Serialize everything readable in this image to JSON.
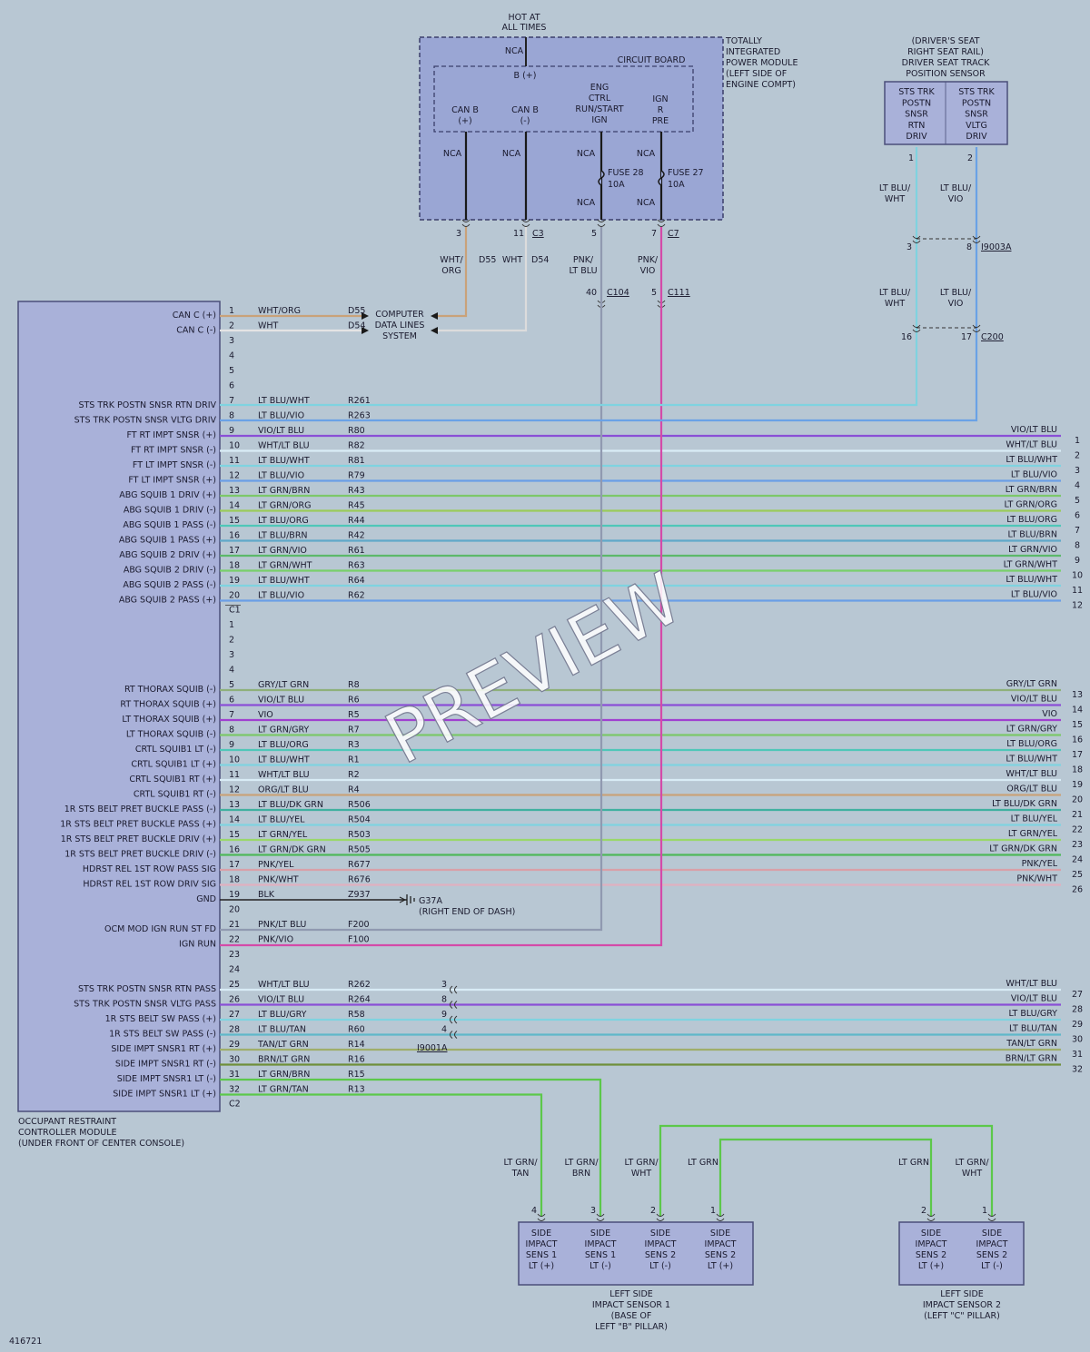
{
  "module": {
    "name": [
      "OCCUPANT RESTRAINT",
      "CONTROLLER MODULE",
      "(UNDER FRONT OF CENTER CONSOLE)"
    ],
    "c1": "C1",
    "c2": "C2"
  },
  "c1_pins": [
    {
      "pin": "1",
      "label": "CAN C (+)",
      "color": "WHT/ORG",
      "circuit": "D55",
      "wire": "#c9a27a",
      "route": "cdl"
    },
    {
      "pin": "2",
      "label": "CAN C (-)",
      "color": "WHT",
      "circuit": "D54",
      "wire": "#e4e4e4",
      "route": "cdl"
    },
    {
      "pin": "3",
      "label": ""
    },
    {
      "pin": "4",
      "label": ""
    },
    {
      "pin": "5",
      "label": ""
    },
    {
      "pin": "6",
      "label": ""
    },
    {
      "pin": "7",
      "label": "STS TRK POSTN SNSR RTN DRIV",
      "color": "LT BLU/WHT",
      "circuit": "R261",
      "wire": "#7fd3e0",
      "route": "seat1"
    },
    {
      "pin": "8",
      "label": "STS TRK POSTN SNSR VLTG DRIV",
      "color": "LT BLU/VIO",
      "circuit": "R263",
      "wire": "#6aa2e6",
      "route": "seat2"
    },
    {
      "pin": "9",
      "label": "FT RT IMPT SNSR (+)",
      "color": "VIO/LT BLU",
      "circuit": "R80",
      "wire": "#8a4fd6",
      "right": "VIO/LT BLU",
      "num": "1"
    },
    {
      "pin": "10",
      "label": "FT RT IMPT SNSR (-)",
      "color": "WHT/LT BLU",
      "circuit": "R82",
      "wire": "#d9ecf6",
      "right": "WHT/LT BLU",
      "num": "2"
    },
    {
      "pin": "11",
      "label": "FT LT IMPT SNSR (-)",
      "color": "LT BLU/WHT",
      "circuit": "R81",
      "wire": "#7fd3e0",
      "right": "LT BLU/WHT",
      "num": "3"
    },
    {
      "pin": "12",
      "label": "FT LT IMPT SNSR (+)",
      "color": "LT BLU/VIO",
      "circuit": "R79",
      "wire": "#6a9ee6",
      "right": "LT BLU/VIO",
      "num": "4"
    },
    {
      "pin": "13",
      "label": "ABG SQUIB 1 DRIV (+)",
      "color": "LT GRN/BRN",
      "circuit": "R43",
      "wire": "#7cc86a",
      "right": "LT GRN/BRN",
      "num": "5"
    },
    {
      "pin": "14",
      "label": "ABG SQUIB 1 DRIV (-)",
      "color": "LT GRN/ORG",
      "circuit": "R45",
      "wire": "#9acb5a",
      "right": "LT GRN/ORG",
      "num": "6"
    },
    {
      "pin": "15",
      "label": "ABG SQUIB 1 PASS (-)",
      "color": "LT BLU/ORG",
      "circuit": "R44",
      "wire": "#4fc7b8",
      "right": "LT BLU/ORG",
      "num": "7"
    },
    {
      "pin": "16",
      "label": "ABG SQUIB 1 PASS (+)",
      "color": "LT BLU/BRN",
      "circuit": "R42",
      "wire": "#5fa8c9",
      "right": "LT BLU/BRN",
      "num": "8"
    },
    {
      "pin": "17",
      "label": "ABG SQUIB 2 DRIV (+)",
      "color": "LT GRN/VIO",
      "circuit": "R61",
      "wire": "#5cb86a",
      "right": "LT GRN/VIO",
      "num": "9"
    },
    {
      "pin": "18",
      "label": "ABG SQUIB 2 DRIV (-)",
      "color": "LT GRN/WHT",
      "circuit": "R63",
      "wire": "#78d06a",
      "right": "LT GRN/WHT",
      "num": "10"
    },
    {
      "pin": "19",
      "label": "ABG SQUIB 2 PASS (-)",
      "color": "LT BLU/WHT",
      "circuit": "R64",
      "wire": "#7fd3e0",
      "right": "LT BLU/WHT",
      "num": "11"
    },
    {
      "pin": "20",
      "label": "ABG SQUIB 2 PASS (+)",
      "color": "LT BLU/VIO",
      "circuit": "R62",
      "wire": "#6a9ee6",
      "right": "LT BLU/VIO",
      "num": "12"
    }
  ],
  "c2_pins": [
    {
      "pin": "1",
      "label": ""
    },
    {
      "pin": "2",
      "label": ""
    },
    {
      "pin": "3",
      "label": ""
    },
    {
      "pin": "4",
      "label": ""
    },
    {
      "pin": "5",
      "label": "RT THORAX SQUIB (-)",
      "color": "GRY/LT GRN",
      "circuit": "R8",
      "wire": "#8fb07a",
      "right": "GRY/LT GRN",
      "num": "13"
    },
    {
      "pin": "6",
      "label": "RT THORAX SQUIB (+)",
      "color": "VIO/LT BLU",
      "circuit": "R6",
      "wire": "#8a4fd6",
      "right": "VIO/LT BLU",
      "num": "14"
    },
    {
      "pin": "7",
      "label": "LT THORAX SQUIB (+)",
      "color": "VIO",
      "circuit": "R5",
      "wire": "#a040d0",
      "right": "VIO",
      "num": "15"
    },
    {
      "pin": "8",
      "label": "LT THORAX SQUIB (-)",
      "color": "LT GRN/GRY",
      "circuit": "R7",
      "wire": "#7cc86a",
      "right": "LT GRN/GRY",
      "num": "16"
    },
    {
      "pin": "9",
      "label": "CRTL SQUIB1 LT (-)",
      "color": "LT BLU/ORG",
      "circuit": "R3",
      "wire": "#4fc7b8",
      "right": "LT BLU/ORG",
      "num": "17"
    },
    {
      "pin": "10",
      "label": "CRTL SQUIB1 LT (+)",
      "color": "LT BLU/WHT",
      "circuit": "R1",
      "wire": "#7fd3e0",
      "right": "LT BLU/WHT",
      "num": "18"
    },
    {
      "pin": "11",
      "label": "CRTL SQUIB1 RT (+)",
      "color": "WHT/LT BLU",
      "circuit": "R2",
      "wire": "#d9ecf6",
      "right": "WHT/LT BLU",
      "num": "19"
    },
    {
      "pin": "12",
      "label": "CRTL SQUIB1 RT (-)",
      "color": "ORG/LT BLU",
      "circuit": "R4",
      "wire": "#c9a27a",
      "right": "ORG/LT BLU",
      "num": "20"
    },
    {
      "pin": "13",
      "label": "1R STS BELT PRET BUCKLE PASS (-)",
      "color": "LT BLU/DK GRN",
      "circuit": "R506",
      "wire": "#3fb0a0",
      "right": "LT BLU/DK GRN",
      "num": "21"
    },
    {
      "pin": "14",
      "label": "1R STS BELT PRET BUCKLE PASS (+)",
      "color": "LT BLU/YEL",
      "circuit": "R504",
      "wire": "#7fd3e0",
      "right": "LT BLU/YEL",
      "num": "22"
    },
    {
      "pin": "15",
      "label": "1R STS BELT PRET BUCKLE DRIV (+)",
      "color": "LT GRN/YEL",
      "circuit": "R503",
      "wire": "#9ad86a",
      "right": "LT GRN/YEL",
      "num": "23"
    },
    {
      "pin": "16",
      "label": "1R STS BELT PRET BUCKLE DRIV (-)",
      "color": "LT GRN/DK GRN",
      "circuit": "R505",
      "wire": "#4fb85a",
      "right": "LT GRN/DK GRN",
      "num": "24"
    },
    {
      "pin": "17",
      "label": "HDRST REL 1ST ROW PASS SIG",
      "color": "PNK/YEL",
      "circuit": "R677",
      "wire": "#d9a0a8",
      "right": "PNK/YEL",
      "num": "25"
    },
    {
      "pin": "18",
      "label": "HDRST REL 1ST ROW DRIV SIG",
      "color": "PNK/WHT",
      "circuit": "R676",
      "wire": "#e0b0c0",
      "right": "PNK/WHT",
      "num": "26"
    },
    {
      "pin": "19",
      "label": "GND",
      "color": "BLK",
      "circuit": "Z937",
      "wire": "#222222",
      "route": "gnd"
    },
    {
      "pin": "20",
      "label": ""
    },
    {
      "pin": "21",
      "label": "OCM MOD IGN RUN ST FD",
      "color": "PNK/LT BLU",
      "circuit": "F200",
      "wire": "#9099b0",
      "route": "ipm1"
    },
    {
      "pin": "22",
      "label": "IGN RUN",
      "color": "PNK/VIO",
      "circuit": "F100",
      "wire": "#d44aa8",
      "route": "ipm2"
    },
    {
      "pin": "23",
      "label": ""
    },
    {
      "pin": "24",
      "label": ""
    },
    {
      "pin": "25",
      "label": "STS TRK POSTN SNSR RTN PASS",
      "color": "WHT/LT BLU",
      "circuit": "R262",
      "wire": "#d9ecf6",
      "right": "WHT/LT BLU",
      "num": "27",
      "cpin": "3"
    },
    {
      "pin": "26",
      "label": "STS TRK POSTN SNSR VLTG PASS",
      "color": "VIO/LT BLU",
      "circuit": "R264",
      "wire": "#8a4fd6",
      "right": "VIO/LT BLU",
      "num": "28",
      "cpin": "8"
    },
    {
      "pin": "27",
      "label": "1R STS BELT SW PASS (+)",
      "color": "LT BLU/GRY",
      "circuit": "R58",
      "wire": "#7fd3e0",
      "right": "LT BLU/GRY",
      "num": "29",
      "cpin": "9"
    },
    {
      "pin": "28",
      "label": "1R STS BELT SW PASS (-)",
      "color": "LT BLU/TAN",
      "circuit": "R60",
      "wire": "#5fb8c9",
      "right": "LT BLU/TAN",
      "num": "30",
      "cpin": "4"
    },
    {
      "pin": "29",
      "label": "SIDE IMPT SNSR1 RT (+)",
      "color": "TAN/LT GRN",
      "circuit": "R14",
      "wire": "#9fae6a",
      "right": "TAN/LT GRN",
      "num": "31",
      "conn": "I9001A"
    },
    {
      "pin": "30",
      "label": "SIDE IMPT SNSR1 RT (-)",
      "color": "BRN/LT GRN",
      "circuit": "R16",
      "wire": "#6f8f3a",
      "right": "BRN/LT GRN",
      "num": "32"
    },
    {
      "pin": "31",
      "label": "SIDE IMPT SNSR1 LT (-)",
      "color": "LT GRN/BRN",
      "circuit": "R15",
      "wire": "#5cc84a",
      "route": "s1b"
    },
    {
      "pin": "32",
      "label": "SIDE IMPT SNSR1 LT (+)",
      "color": "LT GRN/TAN",
      "circuit": "R13",
      "wire": "#5cc84a",
      "route": "s1a"
    }
  ],
  "ipm": {
    "hot": [
      "HOT AT",
      "ALL TIMES"
    ],
    "label": [
      "TOTALLY",
      "INTEGRATED",
      "POWER MODULE",
      "(LEFT SIDE OF",
      "ENGINE COMPT)"
    ],
    "circuit_board": "CIRCUIT BOARD",
    "bplus": "B (+)",
    "nca": "NCA",
    "canb_plus": [
      "CAN B",
      "(+)"
    ],
    "canb_minus": [
      "CAN B",
      "(-)"
    ],
    "eng": [
      "ENG",
      "CTRL",
      "RUN/START",
      "IGN"
    ],
    "ign": [
      "IGN",
      "R",
      "PRE"
    ],
    "fuse28": [
      "FUSE 28",
      "10A"
    ],
    "fuse27": [
      "FUSE 27",
      "10A"
    ],
    "pins": [
      "3",
      "11",
      "5",
      "7"
    ],
    "c3": "C3",
    "c7": "C7",
    "w1": [
      "WHT/",
      "ORG"
    ],
    "w1c": "D55",
    "w2": "WHT",
    "w2c": "D54",
    "w3": [
      "PNK/",
      "LT BLU"
    ],
    "w4": [
      "PNK/",
      "VIO"
    ],
    "c104": "C104",
    "c104pin": "40",
    "c111": "C111",
    "c111pin": "5"
  },
  "cdl": [
    "COMPUTER",
    "DATA LINES",
    "SYSTEM"
  ],
  "ground": {
    "id": "G37A",
    "loc": "(RIGHT END OF DASH)"
  },
  "seat_sensor": {
    "title": [
      "(DRIVER'S SEAT",
      "RIGHT SEAT RAIL)",
      "DRIVER SEAT TRACK",
      "POSITION SENSOR"
    ],
    "pin1": [
      "STS TRK",
      "POSTN",
      "SNSR",
      "RTN",
      "DRIV"
    ],
    "pin2": [
      "STS TRK",
      "POSTN",
      "SNSR",
      "VLTG",
      "DRIV"
    ],
    "p1": "1",
    "p2": "2",
    "w1": [
      "LT BLU/",
      "WHT"
    ],
    "w2": [
      "LT BLU/",
      "VIO"
    ],
    "conn1": "I9003A",
    "c1a": "3",
    "c1b": "8",
    "conn2": "C200",
    "c2a": "16",
    "c2b": "17"
  },
  "sensor1": {
    "title": [
      "LEFT SIDE",
      "IMPACT SENSOR 1",
      "(BASE OF",
      "LEFT \"B\" PILLAR)"
    ],
    "cells": [
      [
        "SIDE",
        "IMPACT",
        "SENS 1",
        "LT (+)"
      ],
      [
        "SIDE",
        "IMPACT",
        "SENS 1",
        "LT (-)"
      ],
      [
        "SIDE",
        "IMPACT",
        "SENS 2",
        "LT (-)"
      ],
      [
        "SIDE",
        "IMPACT",
        "SENS 2",
        "LT (+)"
      ]
    ],
    "pins": [
      "4",
      "3",
      "2",
      "1"
    ],
    "wires": [
      [
        "LT GRN/",
        "TAN"
      ],
      [
        "LT GRN/",
        "BRN"
      ],
      [
        "LT GRN/",
        "WHT"
      ],
      [
        "LT GRN",
        ""
      ]
    ]
  },
  "sensor2": {
    "title": [
      "LEFT SIDE",
      "IMPACT SENSOR 2",
      "(LEFT \"C\" PILLAR)"
    ],
    "cells": [
      [
        "SIDE",
        "IMPACT",
        "SENS 2",
        "LT (+)"
      ],
      [
        "SIDE",
        "IMPACT",
        "SENS 2",
        "LT (-)"
      ]
    ],
    "pins": [
      "2",
      "1"
    ],
    "wires": [
      [
        "LT GRN",
        ""
      ],
      [
        "LT GRN/",
        "WHT"
      ]
    ]
  },
  "diagram_id": "416721",
  "watermark": "PREVIEW"
}
